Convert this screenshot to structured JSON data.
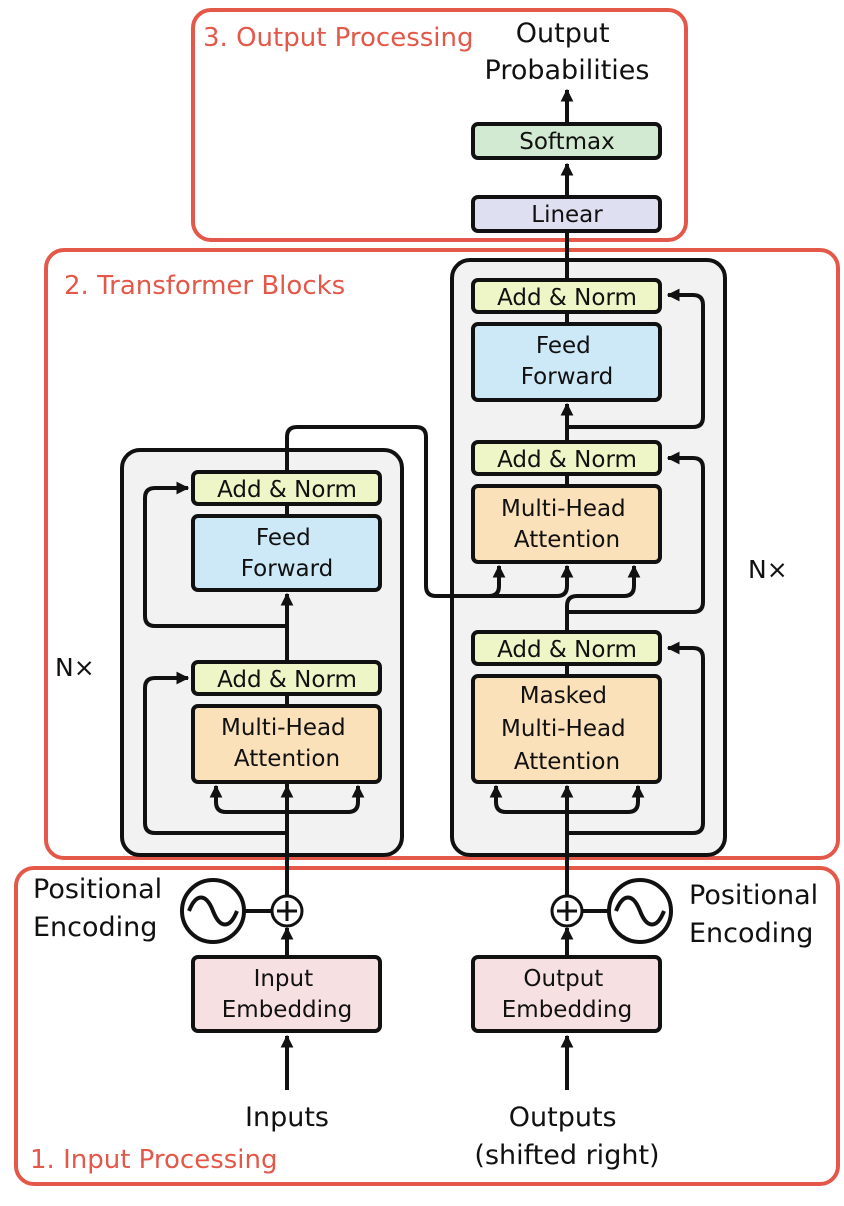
{
  "colors": {
    "section_border": "#e4584a",
    "section_label": "#e4584a",
    "add_norm": "#eef5c6",
    "feed_forward": "#cde8f7",
    "attention": "#fbe1b9",
    "embedding": "#f7e0e2",
    "linear": "#dedff0",
    "softmax": "#d3ead2",
    "stack_fill": "#f2f2f2"
  },
  "sections": {
    "input_processing": "1. Input Processing",
    "transformer_blocks": "2. Transformer Blocks",
    "output_processing": "3. Output Processing"
  },
  "encoder": {
    "add_norm_top": "Add & Norm",
    "feed_forward": [
      "Feed",
      "Forward"
    ],
    "add_norm_bottom": "Add & Norm",
    "attention": [
      "Multi-Head",
      "Attention"
    ],
    "repeat": "N×",
    "positional_encoding": [
      "Positional",
      "Encoding"
    ],
    "embedding": [
      "Input",
      "Embedding"
    ],
    "input_label": "Inputs"
  },
  "decoder": {
    "add_norm_top": "Add & Norm",
    "feed_forward": [
      "Feed",
      "Forward"
    ],
    "add_norm_middle": "Add & Norm",
    "cross_attention": [
      "Multi-Head",
      "Attention"
    ],
    "add_norm_bottom": "Add & Norm",
    "masked_attention": [
      "Masked",
      "Multi-Head",
      "Attention"
    ],
    "repeat": "N×",
    "positional_encoding": [
      "Positional",
      "Encoding"
    ],
    "embedding": [
      "Output",
      "Embedding"
    ],
    "output_label": [
      "Outputs",
      "(shifted right)"
    ]
  },
  "head": {
    "linear": "Linear",
    "softmax": "Softmax",
    "output": [
      "Output",
      "Probabilities"
    ]
  }
}
